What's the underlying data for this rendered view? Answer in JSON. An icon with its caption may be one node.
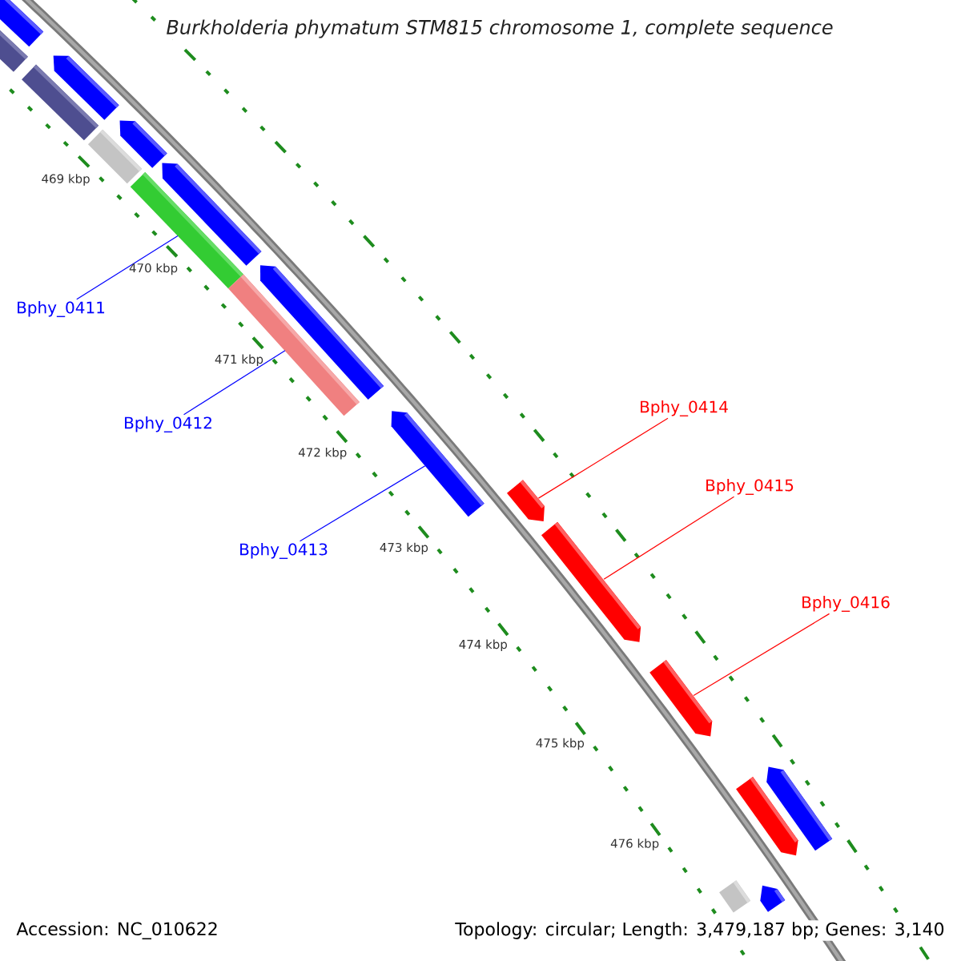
{
  "diagram": {
    "title": "Burkholderia phymatum STM815 chromosome 1, complete sequence",
    "nodes": [
      {
        "text": [
          "Bphy_0411"
        ]
      },
      {
        "text": [],
        "shape": "bar"
      },
      {
        "text": [
          "Bphy_0412"
        ]
      },
      {
        "text": [],
        "shape": "bar"
      },
      {
        "text": [
          "Bphy_0413"
        ]
      },
      {
        "text": [],
        "shape": "bar"
      },
      {
        "text": [
          "Bphy_0414"
        ]
      },
      {
        "text": [],
        "shape": "bar"
      },
      {
        "text": [
          "Bphy_0415"
        ]
      },
      {
        "text": [],
        "shape": "bar"
      },
      {
        "text": [
          "Bphy_0416"
        ]
      },
      {
        "text": [],
        "shape": "bar"
      },
      {
        "text": [],
        "shape": "bar"
      },
      {
        "text": [],
        "shape": "bar"
      },
      {
        "text": [],
        "shape": "bar"
      },
      {
        "text": [],
        "shape": "bar"
      },
      {
        "text": [],
        "shape": "bar"
      },
      {
        "text": [],
        "shape": "bar"
      },
      {
        "text": [],
        "shape": "bar"
      },
      {
        "text": [],
        "shape": "bar"
      },
      {
        "text": [],
        "shape": "bar"
      },
      {
        "text": [],
        "shape": "bar"
      },
      {
        "text": [],
        "shape": "bar"
      },
      {
        "text": [],
        "shape": "bar"
      }
    ],
    "edges": [
      {
        "from": 0,
        "to": 1,
        "arrow": "none",
        "color": "#0000ff"
      },
      {
        "from": 2,
        "to": 3,
        "arrow": "none",
        "color": "#0000ff"
      },
      {
        "from": 4,
        "to": 5,
        "arrow": "none",
        "color": "#0000ff"
      },
      {
        "from": 6,
        "to": 7,
        "arrow": "none",
        "color": "#ff0000"
      },
      {
        "from": 8,
        "to": 9,
        "arrow": "none",
        "color": "#ff0000"
      },
      {
        "from": 10,
        "to": 11,
        "arrow": "none",
        "color": "#ff0000"
      }
    ],
    "labels": [
      "469 kbp",
      "470 kbp",
      "471 kbp",
      "472 kbp",
      "473 kbp",
      "474 kbp",
      "475 kbp",
      "476 kbp",
      "Accession: NC_010622",
      "Topology: circular; Length: 3,479,187 bp; Genes: 3,140"
    ]
  }
}
